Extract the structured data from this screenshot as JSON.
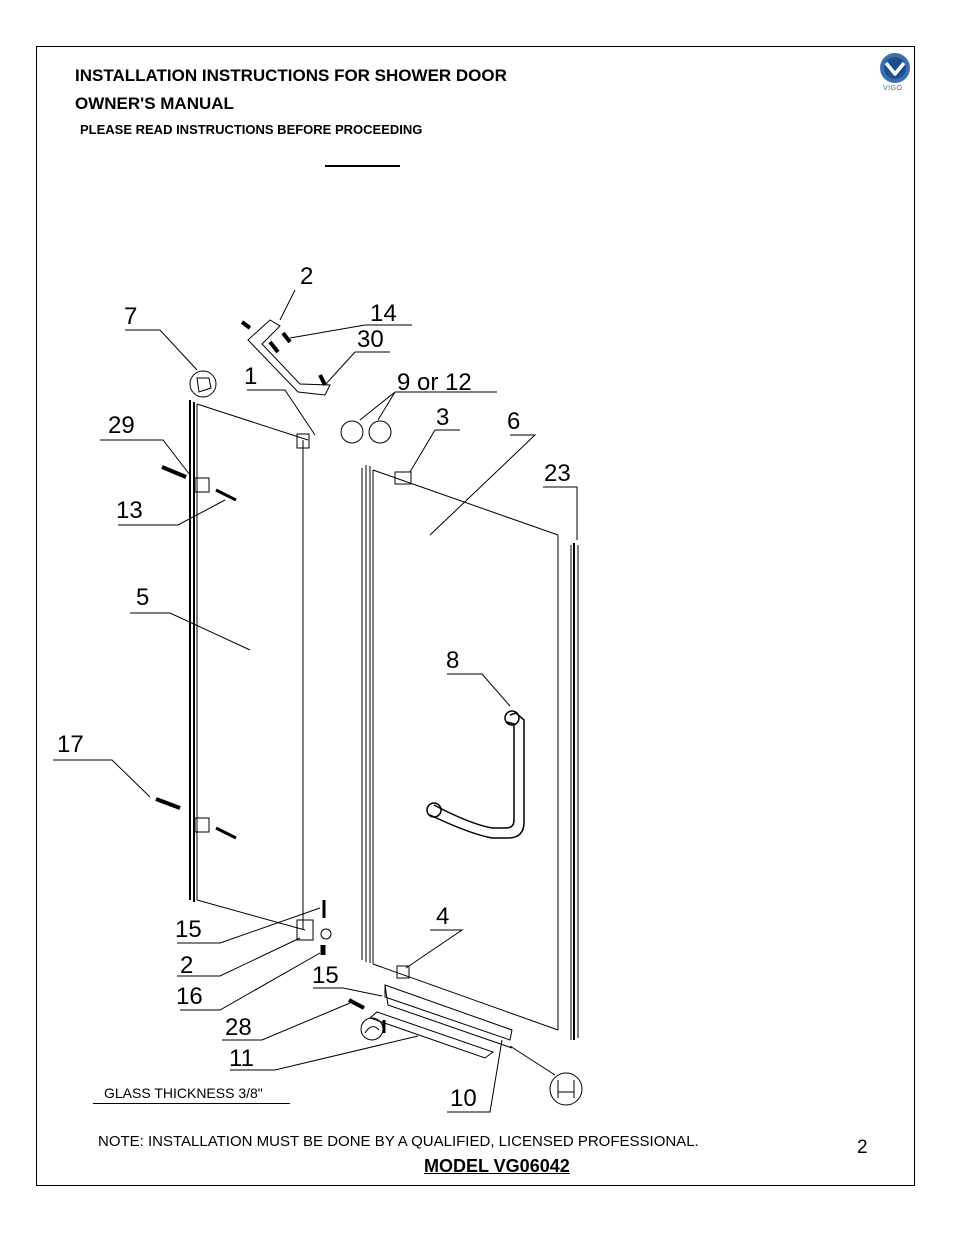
{
  "header": {
    "title": "INSTALLATION INSTRUCTIONS FOR  SHOWER DOOR",
    "subtitle": "OWNER'S MANUAL",
    "notice": "PLEASE READ INSTRUCTIONS BEFORE PROCEEDING"
  },
  "logo": {
    "text": "VIGO",
    "color": "#3b6fb0"
  },
  "diagram": {
    "labels": {
      "l2top": "2",
      "l14": "14",
      "l7": "7",
      "l30": "30",
      "l1": "1",
      "l9or12": "9 or 12",
      "l3": "3",
      "l6": "6",
      "l29": "29",
      "l23": "23",
      "l13": "13",
      "l5": "5",
      "l8": "8",
      "l17": "17",
      "l4": "4",
      "l15a": "15",
      "l2b": "2",
      "l15b": "15",
      "l16": "16",
      "l28": "28",
      "l11": "11",
      "l10": "10"
    }
  },
  "footer": {
    "glass_thickness": "GLASS THICKNESS 3/8\"",
    "note": "NOTE: INSTALLATION MUST BE DONE BY A QUALIFIED, LICENSED PROFESSIONAL.",
    "page_number": "2",
    "model": "MODEL VG06042"
  }
}
